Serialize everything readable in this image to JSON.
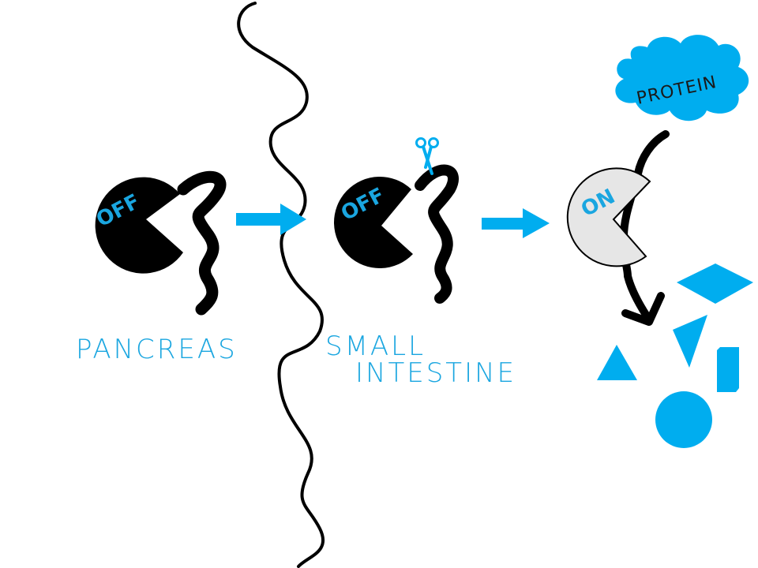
{
  "diagram": {
    "colors": {
      "accent": "#00adef",
      "enzyme_inactive": "#000000",
      "enzyme_active": "#e6e6e6",
      "label_text": "#1aa6e0"
    },
    "regions": [
      {
        "label": "PANCREAS"
      },
      {
        "label_line1": "SMALL",
        "label_line2": "INTESTINE"
      }
    ],
    "enzymes": [
      {
        "state": "OFF",
        "location": "pancreas"
      },
      {
        "state": "OFF",
        "location": "small intestine",
        "cut_icon": "scissors-icon"
      },
      {
        "state": "ON",
        "location": "small intestine"
      }
    ],
    "substrate": {
      "label": "PROTEIN"
    },
    "products": [
      "diamond",
      "triangle-down",
      "triangle-up",
      "rectangle",
      "circle"
    ]
  }
}
